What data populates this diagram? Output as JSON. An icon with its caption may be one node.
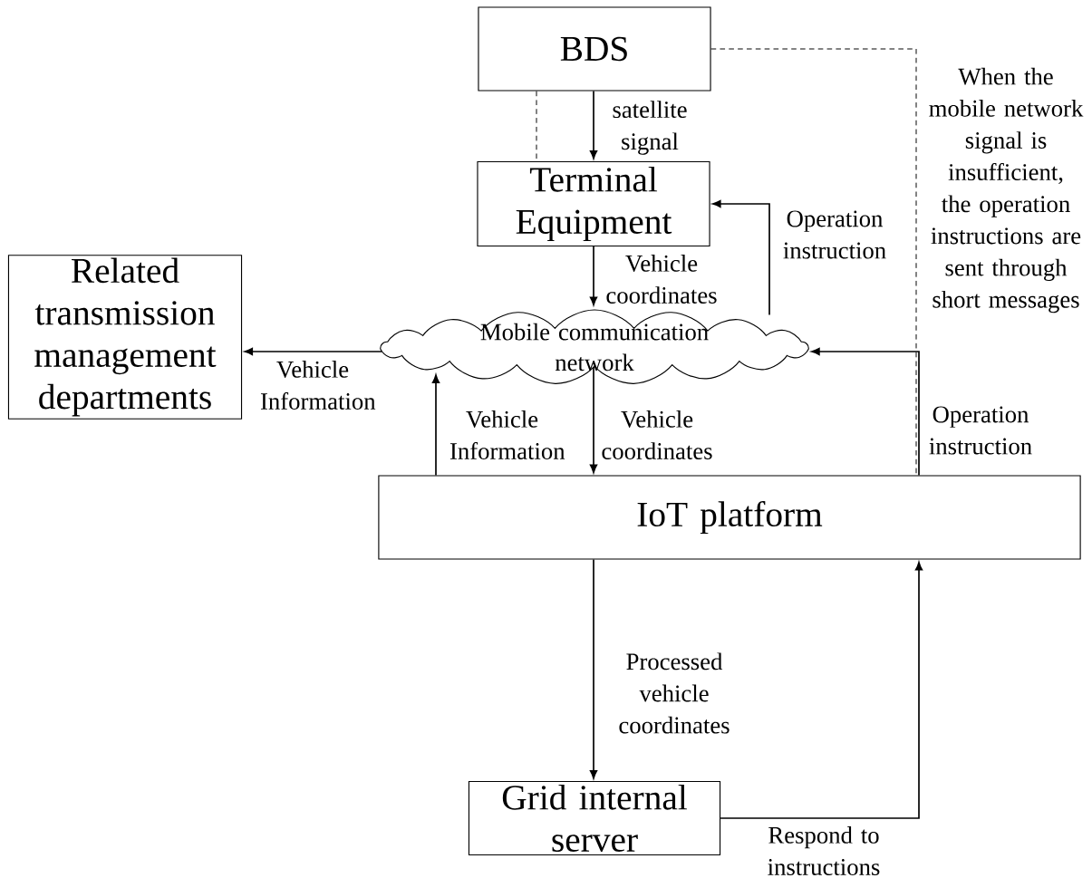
{
  "diagram": {
    "nodes": [
      {
        "text": [
          "BDS"
        ]
      },
      {
        "text": [
          "Terminal Equipment"
        ]
      },
      {
        "text": [
          "Related transmission management departments"
        ]
      },
      {
        "text": [
          "Mobile communication network"
        ]
      },
      {
        "text": [
          "IoT platform"
        ]
      },
      {
        "text": [
          "Grid internal server"
        ]
      }
    ],
    "edges": [
      {
        "from": 0,
        "to": 1,
        "arrow": "to",
        "label": "satellite signal"
      },
      {
        "from": 0,
        "to": 1,
        "arrow": "none",
        "style": "dashed"
      },
      {
        "from": 0,
        "to": 4,
        "arrow": "none",
        "style": "dashed",
        "label": "When the mobile network signal is insufficient, the operation instructions are sent through short messages"
      },
      {
        "from": 1,
        "to": 3,
        "arrow": "to",
        "label": "Vehicle coordinates"
      },
      {
        "from": 3,
        "to": 1,
        "arrow": "to",
        "label": "Operation instruction"
      },
      {
        "from": 3,
        "to": 2,
        "arrow": "to",
        "label": "Vehicle Information"
      },
      {
        "from": 4,
        "to": 3,
        "arrow": "to",
        "label": "Vehicle Information"
      },
      {
        "from": 3,
        "to": 4,
        "arrow": "to",
        "label": "Vehicle coordinates"
      },
      {
        "from": 4,
        "to": 3,
        "arrow": "to",
        "label": "Operation instruction"
      },
      {
        "from": 4,
        "to": 5,
        "arrow": "to",
        "label": "Processed vehicle coordinates"
      },
      {
        "from": 5,
        "to": 4,
        "arrow": "to",
        "label": "Respond to instructions"
      }
    ]
  }
}
